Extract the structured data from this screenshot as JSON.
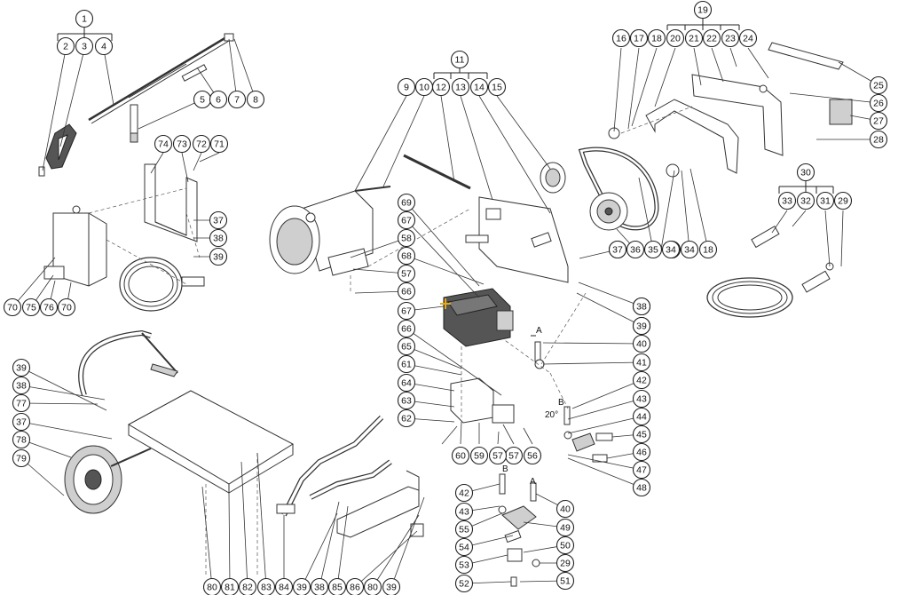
{
  "callouts": [
    "1",
    "2",
    "3",
    "4",
    "5",
    "6",
    "7",
    "8",
    "9",
    "10",
    "11",
    "12",
    "13",
    "14",
    "15",
    "16",
    "17",
    "18",
    "19",
    "20",
    "21",
    "22",
    "23",
    "24",
    "25",
    "26",
    "27",
    "28",
    "29",
    "30",
    "31",
    "32",
    "33",
    "34",
    "35",
    "36",
    "37",
    "38",
    "39",
    "40",
    "41",
    "42",
    "43",
    "44",
    "45",
    "46",
    "47",
    "48",
    "49",
    "50",
    "51",
    "52",
    "53",
    "54",
    "55",
    "56",
    "57",
    "58",
    "59",
    "60",
    "61",
    "62",
    "63",
    "64",
    "65",
    "66",
    "67",
    "68",
    "69",
    "70",
    "71",
    "72",
    "73",
    "74",
    "75",
    "76",
    "77",
    "78",
    "79",
    "80",
    "81",
    "82",
    "83",
    "84",
    "85",
    "86"
  ],
  "letters": {
    "a": "A",
    "b": "B"
  },
  "angle_label": "20°",
  "colors": {
    "line": "#333333",
    "highlight": "#e6a817",
    "part_fill": "#ffffff"
  },
  "icons": {
    "pump_highlight": "star-marker"
  }
}
